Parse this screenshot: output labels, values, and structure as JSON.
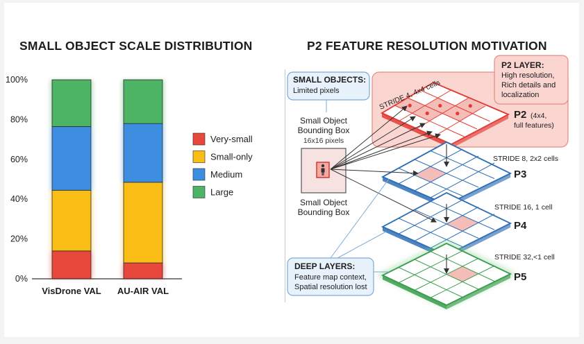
{
  "left_title": "SMALL OBJECT SCALE DISTRIBUTION",
  "right_title": "P2 FEATURE RESOLUTION MOTIVATION",
  "chart_data": {
    "type": "bar",
    "stacked": true,
    "categories": [
      "VisDrone VAL",
      "AU-AIR VAL"
    ],
    "series": [
      {
        "name": "Very-small",
        "values": [
          14,
          8
        ],
        "color": "#e8473b"
      },
      {
        "name": "Small-only",
        "values": [
          30.5,
          40.5
        ],
        "color": "#f9bd16"
      },
      {
        "name": "Medium",
        "values": [
          32,
          29.5
        ],
        "color": "#3d8ee0"
      },
      {
        "name": "Large",
        "values": [
          23.5,
          22
        ],
        "color": "#4db466"
      }
    ],
    "y_ticks": [
      "0%",
      "20%",
      "40%",
      "60%",
      "80%",
      "100%"
    ],
    "ylim": [
      0,
      100
    ],
    "legend_position": "right",
    "grid": false
  },
  "diagram": {
    "small_objects_title": "SMALL OBJECTS:",
    "small_objects_text": "Limited pixels",
    "bbox_caption_line1": "Small Object",
    "bbox_caption_line2": "Bounding Box",
    "bbox_caption_line3": "16x16 pixels",
    "bbox_label_line1": "Small Object",
    "bbox_label_line2": "Bounding Box",
    "p2_callout_title": "P2 LAYER:",
    "p2_callout_line1": "High resolution,",
    "p2_callout_line2": "Rich details and",
    "p2_callout_line3": "localization",
    "p2_stride": "STRIDE 4, 4x4 cells",
    "p2_label": "P2",
    "p2_note_line1": "(4x4,",
    "p2_note_line2": "full features)",
    "p3_stride": "STRIDE 8, 2x2 cells",
    "p3_label": "P3",
    "p4_stride": "STRIDE 16, 1 cell",
    "p4_label": "P4",
    "p5_stride": "STRIDE 32,<1 cell",
    "p5_label": "P5",
    "deep_title": "DEEP LAYERS:",
    "deep_line1": "Feature map context,",
    "deep_line2": "Spatial resolution lost",
    "colors": {
      "red": "#e23b35",
      "blue": "#2f6fb5",
      "green": "#3a9d4e",
      "cell_red": "#f4b9b4"
    },
    "icons": [
      "person-icon"
    ]
  }
}
